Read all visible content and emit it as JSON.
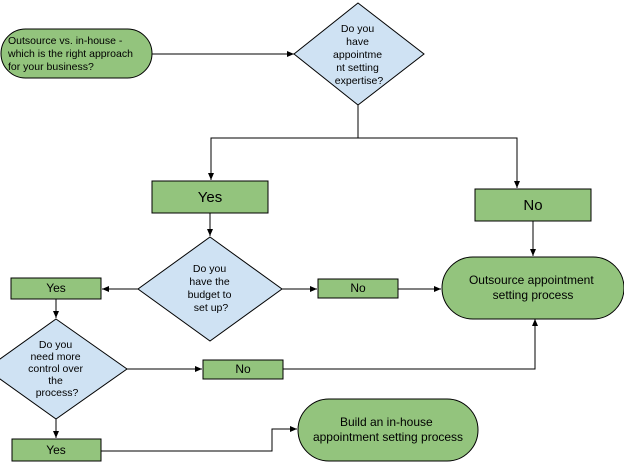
{
  "colors": {
    "process_fill": "#93c47d",
    "decision_fill": "#cfe2f3",
    "line": "#000000"
  },
  "nodes": {
    "start": {
      "lines": [
        "Outsource vs. in-house -",
        "which is the right approach",
        "for your business?"
      ]
    },
    "decision_expertise": {
      "lines": [
        "Do you",
        "have",
        "appointme",
        "nt setting",
        "expertise?"
      ]
    },
    "yes_expertise": {
      "label": "Yes"
    },
    "no_expertise": {
      "label": "No"
    },
    "decision_budget": {
      "lines": [
        "Do you",
        "have the",
        "budget to",
        "set up?"
      ]
    },
    "yes_budget": {
      "label": "Yes"
    },
    "no_budget": {
      "label": "No"
    },
    "outsource": {
      "lines": [
        "Outsource appointment",
        "setting process"
      ]
    },
    "decision_control": {
      "lines": [
        "Do you",
        "need more",
        "control over",
        "the",
        "process?"
      ]
    },
    "no_control": {
      "label": "No"
    },
    "yes_control": {
      "label": "Yes"
    },
    "inhouse": {
      "lines": [
        "Build an in-house",
        "appointment setting process"
      ]
    }
  }
}
